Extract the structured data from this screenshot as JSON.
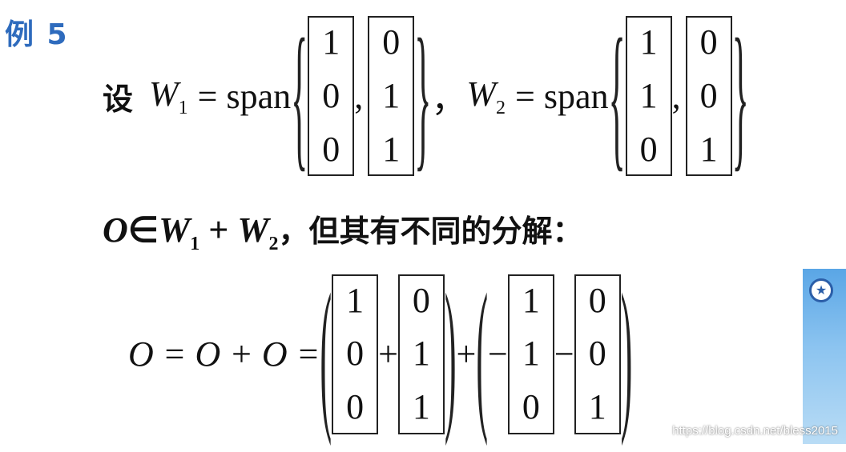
{
  "header": {
    "example_label": "例 5"
  },
  "line1": {
    "she": "设",
    "w1_var": "W",
    "w1_sub": "1",
    "span_text": "= span",
    "w1_vec_a": [
      "1",
      "0",
      "0"
    ],
    "w1_vec_b": [
      "0",
      "1",
      "1"
    ],
    "comma": ",",
    "sep": "，",
    "w2_var": "W",
    "w2_sub": "2",
    "w2_vec_a": [
      "1",
      "1",
      "0"
    ],
    "w2_vec_b": [
      "0",
      "0",
      "1"
    ]
  },
  "line2": {
    "o": "O",
    "in": "∈",
    "w1": "W",
    "w1_sub": "1",
    "plus": " + ",
    "w2": "W",
    "w2_sub": "2",
    "text": "，但其有不同的分解："
  },
  "line3": {
    "lhs": "O = O + O =",
    "vec1": [
      "1",
      "0",
      "0"
    ],
    "plus": "+",
    "vec2": [
      "0",
      "1",
      "1"
    ],
    "plus2": "+",
    "minus": "−",
    "vec3": [
      "1",
      "1",
      "0"
    ],
    "minus2": "−",
    "vec4": [
      "0",
      "0",
      "1"
    ]
  },
  "watermark": "https://blog.csdn.net/bless2015",
  "side_image": {
    "seal_icon": "star-seal-icon"
  }
}
